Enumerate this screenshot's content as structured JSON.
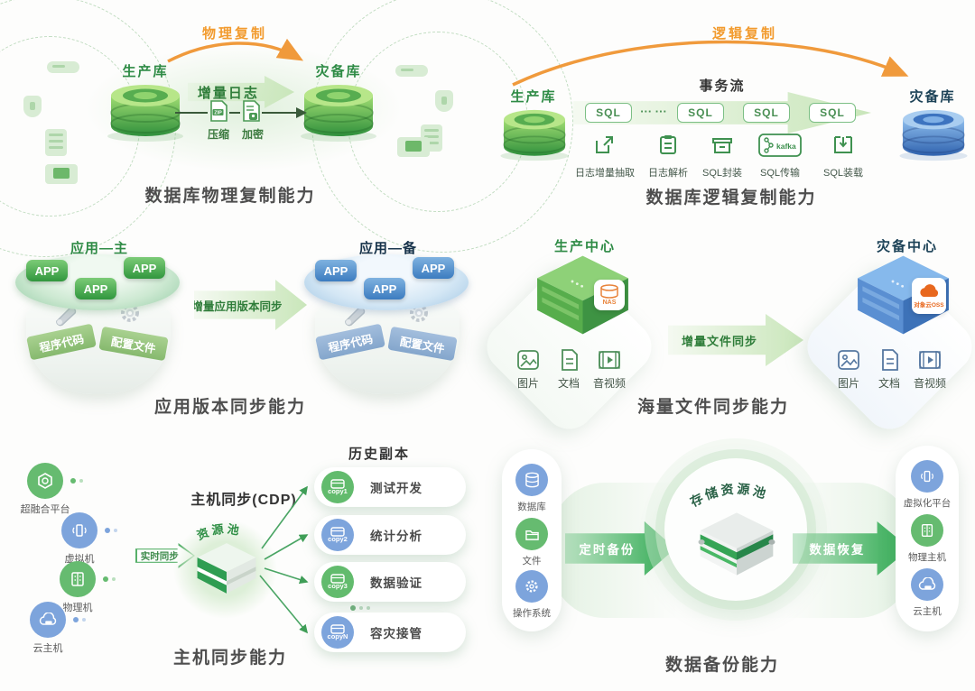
{
  "colors": {
    "accent_green": "#2e8b45",
    "accent_orange": "#f29b2e",
    "dark_navy": "#1c4257",
    "icon_blue": "#7da4dc",
    "icon_green": "#66bb70"
  },
  "physical": {
    "flow_label": "物理复制",
    "source_label": "生产库",
    "target_label": "灾备库",
    "arrow_label": "增量日志",
    "zip_badge": "ZIP",
    "steps": [
      {
        "label": "压缩"
      },
      {
        "label": "加密"
      }
    ],
    "caption": "数据库物理复制能力"
  },
  "logical": {
    "flow_label": "逻辑复制",
    "source_label": "生产库",
    "target_label": "灾备库",
    "stream_label": "事务流",
    "sql_pills": [
      "SQL",
      "SQL",
      "SQL",
      "SQL"
    ],
    "sql_dots": "··· ···",
    "steps": [
      {
        "label": "日志增量抽取"
      },
      {
        "label": "日志解析"
      },
      {
        "label": "SQL封装"
      },
      {
        "label": "SQL传输",
        "badge": "kafka"
      },
      {
        "label": "SQL装载"
      }
    ],
    "caption": "数据库逻辑复制能力"
  },
  "app_sync": {
    "primary_label": "应用—主",
    "standby_label": "应用—备",
    "app_badge": "APP",
    "primary_bands": [
      "程序代码",
      "配置文件"
    ],
    "standby_bands": [
      "程序代码",
      "配置文件"
    ],
    "arrow_label": "增量应用版本同步",
    "caption": "应用版本同步能力"
  },
  "file_sync": {
    "source_label": "生产中心",
    "target_label": "灾备中心",
    "source_badge": "NAS",
    "target_badge": "对象云OSS",
    "source_files": [
      "图片",
      "文档",
      "音视频"
    ],
    "target_files": [
      "图片",
      "文档",
      "音视频"
    ],
    "arrow_label": "增量文件同步",
    "caption": "海量文件同步能力"
  },
  "host_sync": {
    "title": "主机同步(CDP)",
    "arrow_label": "实时同步",
    "pool_label": "资源池",
    "copies_title": "历史副本",
    "sources": [
      {
        "label": "超融合平台"
      },
      {
        "label": "虚拟机"
      },
      {
        "label": "物理机"
      },
      {
        "label": "云主机"
      }
    ],
    "copies": [
      {
        "tag": "copy1",
        "label": "测试开发"
      },
      {
        "tag": "copy2",
        "label": "统计分析"
      },
      {
        "tag": "copy3",
        "label": "数据验证"
      },
      {
        "tag": "copyN",
        "label": "容灾接管"
      }
    ],
    "caption": "主机同步能力"
  },
  "backup": {
    "sources": [
      {
        "label": "数据库"
      },
      {
        "label": "文件"
      },
      {
        "label": "操作系统"
      }
    ],
    "backup_arrow": "定时备份",
    "pool_label": "存储资源池",
    "restore_arrow": "数据恢复",
    "targets": [
      {
        "label": "虚拟化平台"
      },
      {
        "label": "物理主机"
      },
      {
        "label": "云主机"
      }
    ],
    "caption": "数据备份能力"
  }
}
